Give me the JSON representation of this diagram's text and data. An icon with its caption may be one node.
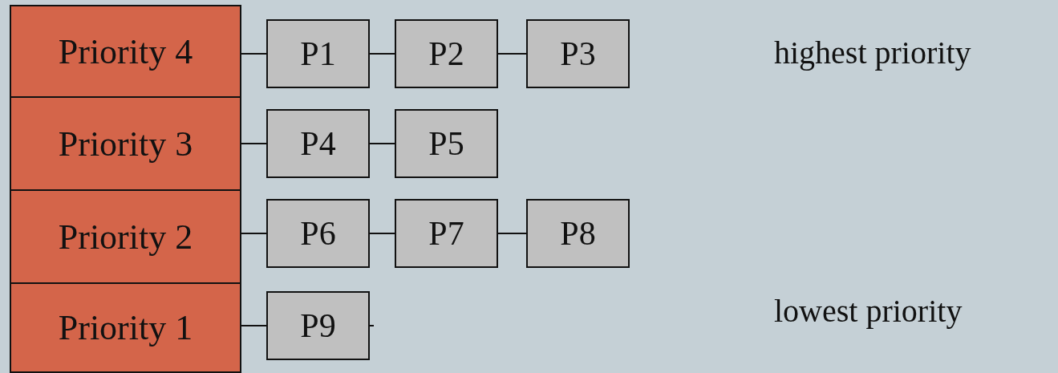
{
  "diagram": {
    "nodes": [
      {
        "text": [
          "Priority 4"
        ]
      },
      {
        "text": [
          "P1"
        ]
      },
      {
        "text": [
          "P2"
        ]
      },
      {
        "text": [
          "P3"
        ]
      },
      {
        "text": [
          "Priority 3"
        ]
      },
      {
        "text": [
          "P4"
        ]
      },
      {
        "text": [
          "P5"
        ]
      },
      {
        "text": [
          "Priority 2"
        ]
      },
      {
        "text": [
          "P6"
        ]
      },
      {
        "text": [
          "P7"
        ]
      },
      {
        "text": [
          "P8"
        ]
      },
      {
        "text": [
          "Priority 1"
        ]
      },
      {
        "text": [
          "P9"
        ]
      }
    ],
    "edges": [
      {
        "from": 0,
        "to": 1,
        "arrow": "none"
      },
      {
        "from": 1,
        "to": 2,
        "arrow": "none"
      },
      {
        "from": 2,
        "to": 3,
        "arrow": "none"
      },
      {
        "from": 4,
        "to": 5,
        "arrow": "none"
      },
      {
        "from": 5,
        "to": 6,
        "arrow": "none"
      },
      {
        "from": 7,
        "to": 8,
        "arrow": "none"
      },
      {
        "from": 8,
        "to": 9,
        "arrow": "none"
      },
      {
        "from": 9,
        "to": 10,
        "arrow": "none"
      },
      {
        "from": 11,
        "to": 12,
        "arrow": "none"
      },
      {
        "from": 12,
        "to": null,
        "arrow": "none"
      }
    ],
    "labels": [
      "highest priority",
      "lowest priority"
    ]
  }
}
